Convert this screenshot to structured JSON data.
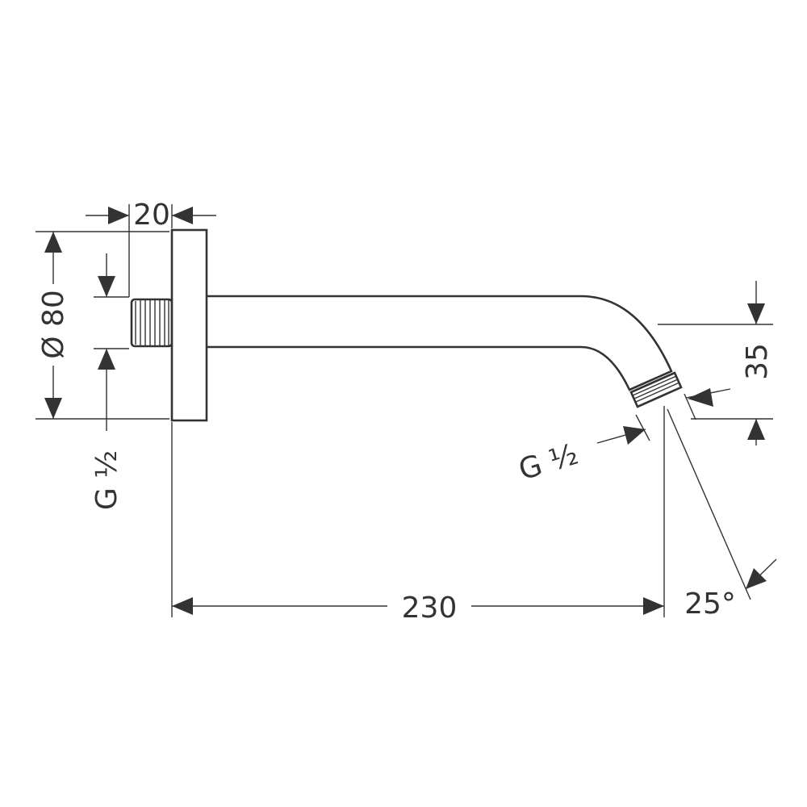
{
  "diagram": {
    "dimensions": {
      "flange_depth": "20",
      "flange_diameter": "Ø 80",
      "inlet_thread": "G ½",
      "outlet_thread": "G ½",
      "drop_height": "35",
      "arm_length": "230",
      "outlet_angle": "25°"
    },
    "colors": {
      "line": "#333333",
      "background": "#ffffff"
    }
  }
}
